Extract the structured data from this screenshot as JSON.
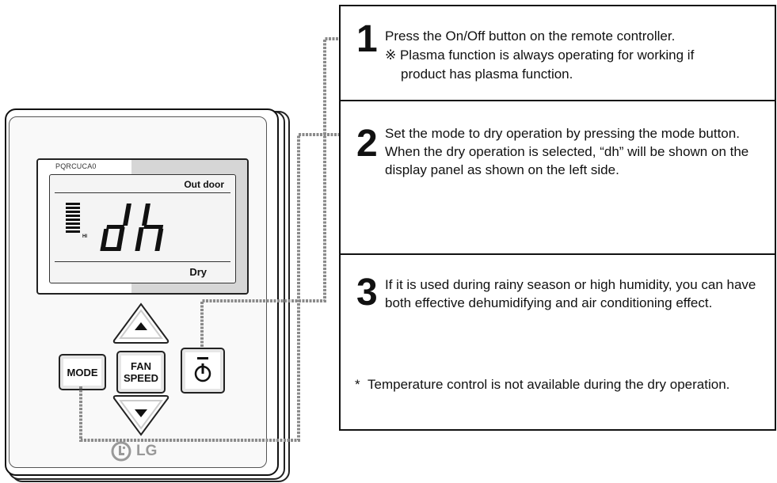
{
  "remote": {
    "model": "PQRCUCA0",
    "outdoor_label": "Out door",
    "mode_display": "dh",
    "fan_level_label": "HI",
    "mode_label": "Dry",
    "buttons": {
      "mode": "MODE",
      "fan_line1": "FAN",
      "fan_line2": "SPEED"
    },
    "brand": "LG"
  },
  "steps": [
    {
      "number": "1",
      "line1": "Press the On/Off button on the remote controller.",
      "line2": "※ Plasma function is always operating for working if",
      "line3": "product has plasma function."
    },
    {
      "number": "2",
      "text": "Set the mode to dry operation by pressing the mode button.\nWhen the dry operation is selected, “dh” will be shown on the display panel as shown on the left side."
    },
    {
      "number": "3",
      "text": "If it is used during rainy season or high humidity, you can have both effective dehumidifying and air conditioning effect."
    }
  ],
  "note": {
    "bullet": "*",
    "text": "Temperature control is not available during the dry operation."
  },
  "colors": {
    "connector": "#8a8a8a",
    "lcd_shade": "#d6d6d6",
    "logo_gray": "#999999"
  }
}
